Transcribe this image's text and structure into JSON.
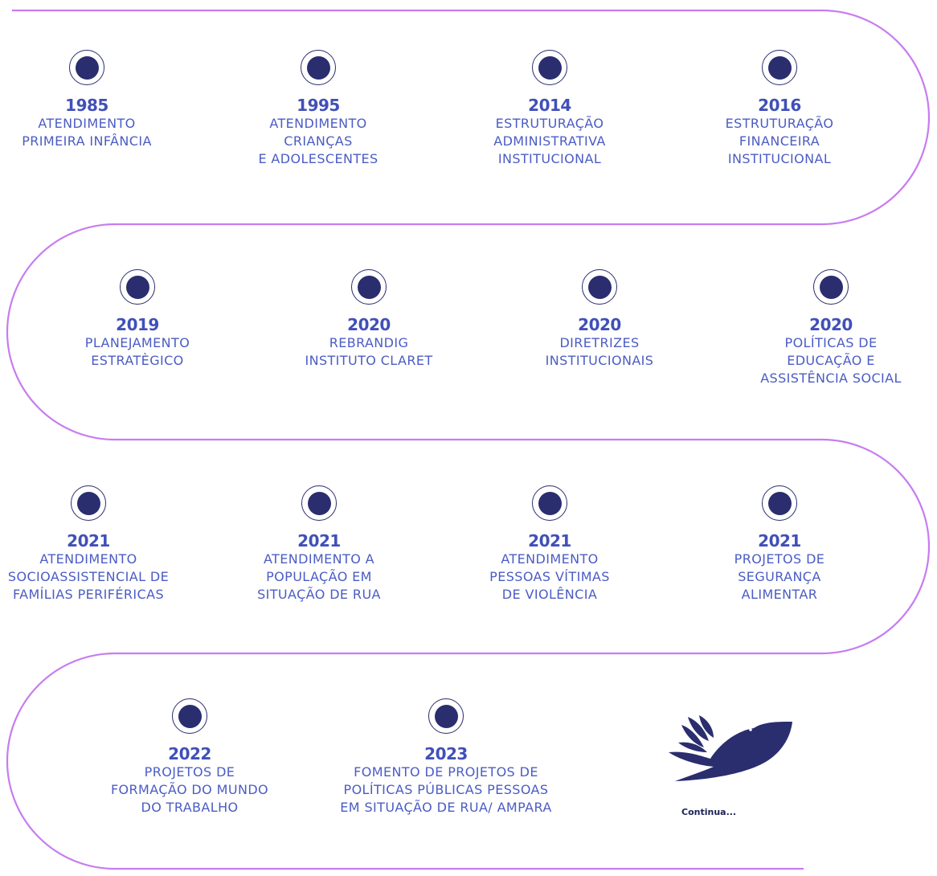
{
  "accent_path_color": "#c77cf0",
  "dot_color": "#2a2d6e",
  "year_color": "#4050b8",
  "text_color": "#4b5cc4",
  "milestones": [
    {
      "year": "1985",
      "text": "ATENDIMENTO\nPRIMEIRA INFÂNCIA"
    },
    {
      "year": "1995",
      "text": "ATENDIMENTO\nCRIANÇAS\nE ADOLESCENTES"
    },
    {
      "year": "2014",
      "text": "ESTRUTURAÇÃO\nADMINISTRATIVA\nINSTITUCIONAL"
    },
    {
      "year": "2016",
      "text": "ESTRUTURAÇÃO\nFINANCEIRA\nINSTITUCIONAL"
    },
    {
      "year": "2019",
      "text": "PLANEJAMENTO\nESTRATÈGICO"
    },
    {
      "year": "2020",
      "text": "REBRANDIG\nINSTITUTO CLARET"
    },
    {
      "year": "2020",
      "text": "DIRETRIZES\nINSTITUCIONAIS"
    },
    {
      "year": "2020",
      "text": "POLÍTICAS DE\nEDUCAÇÃO E\nASSISTÊNCIA SOCIAL"
    },
    {
      "year": "2021",
      "text": "ATENDIMENTO\nSOCIOASSISTENCIAL DE\nFAMÍLIAS PERIFÉRICAS"
    },
    {
      "year": "2021",
      "text": "ATENDIMENTO A\nPOPULAÇÃO EM\nSITUAÇÃO DE RUA"
    },
    {
      "year": "2021",
      "text": "ATENDIMENTO\nPESSOAS VÍTIMAS\nDE VIOLÊNCIA"
    },
    {
      "year": "2021",
      "text": "PROJETOS DE\nSEGURANÇA\nALIMENTAR"
    },
    {
      "year": "2022",
      "text": "PROJETOS DE\nFORMAÇÃO DO MUNDO\nDO TRABALHO"
    },
    {
      "year": "2023",
      "text": "FOMENTO DE PROJETOS DE\nPOLÍTICAS PÚBLICAS PESSOAS\nEM SITUAÇÃO DE RUA/ AMPARA"
    }
  ],
  "continue_label": "Continua...",
  "logo_icon": "dove-hand-logo-icon"
}
